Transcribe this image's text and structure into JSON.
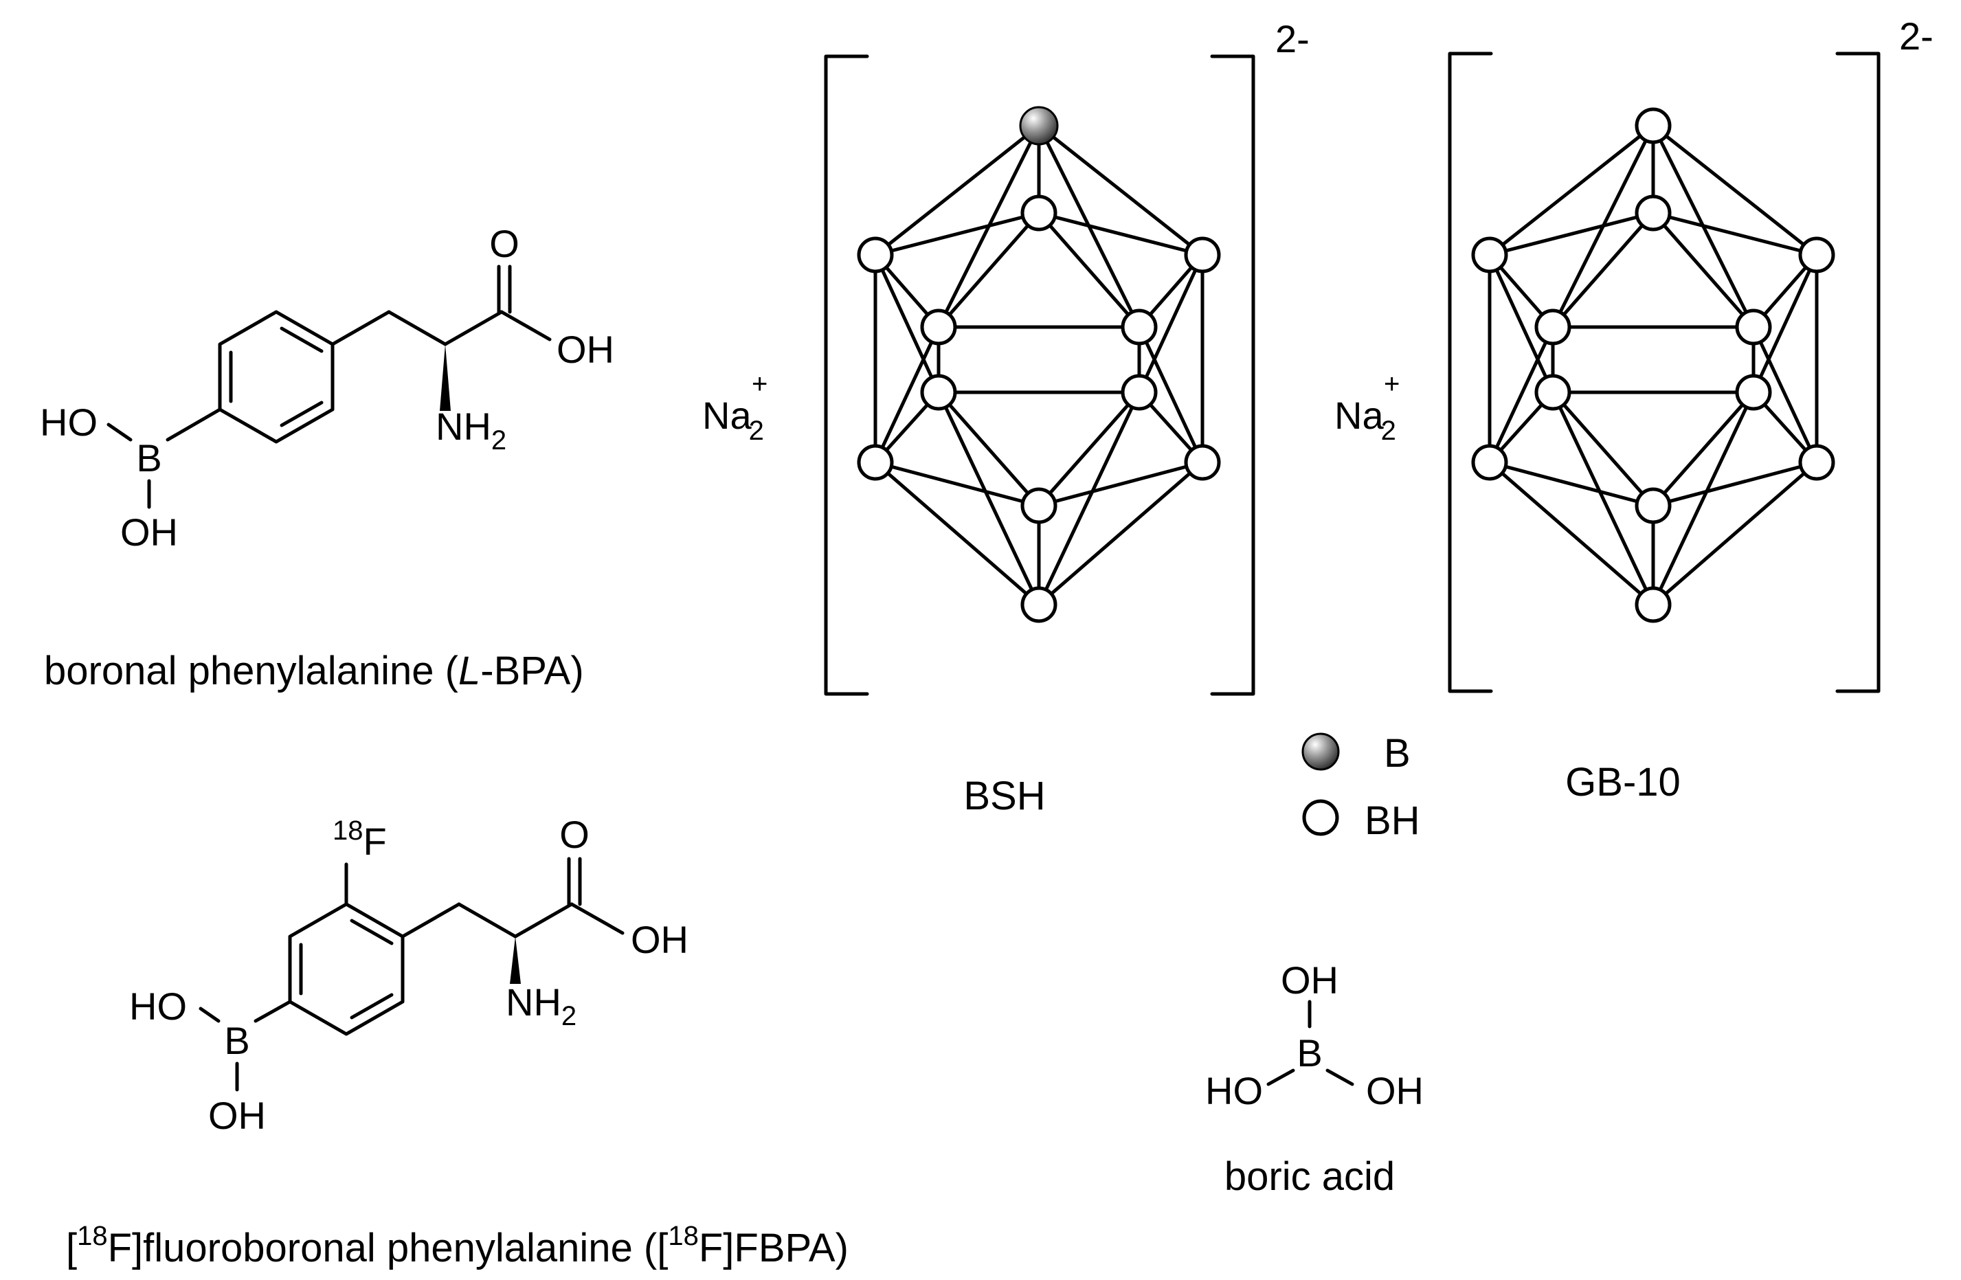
{
  "bpa": {
    "caption_pre": "boronal phenylalanine (",
    "caption_ital": "L",
    "caption_post": "-BPA)",
    "o": "O",
    "oh_acid": "OH",
    "nh": "NH",
    "nh_sub": "2",
    "ho_b": "HO",
    "b": "B",
    "oh_b": "OH"
  },
  "fbpa": {
    "caption_p1": "[",
    "caption_sup1": "18",
    "caption_p2": "F]fluoroboronal phenylalanine ([",
    "caption_sup2": "18",
    "caption_p3": "F]FBPA)",
    "f_sup": "18",
    "f": "F",
    "o": "O",
    "oh_acid": "OH",
    "nh": "NH",
    "nh_sub": "2",
    "ho_b": "HO",
    "b": "B",
    "oh_b": "OH"
  },
  "bsh": {
    "caption": "BSH",
    "counter_ion": "Na",
    "counter_sub": "2",
    "counter_sup": "+",
    "charge": "2-"
  },
  "gb10": {
    "caption": "GB-10",
    "counter_ion": "Na",
    "counter_sub": "2",
    "counter_sup": "+",
    "charge": "2-"
  },
  "legend": {
    "b_label": "B",
    "bh_label": "BH"
  },
  "boric_acid": {
    "caption": "boric acid",
    "oh_top": "OH",
    "b": "B",
    "ho_left": "HO",
    "oh_right": "OH"
  },
  "colors": {
    "line": "#000000",
    "bh_fill": "#ffffff",
    "b_sphere": "#8a8a8a"
  }
}
